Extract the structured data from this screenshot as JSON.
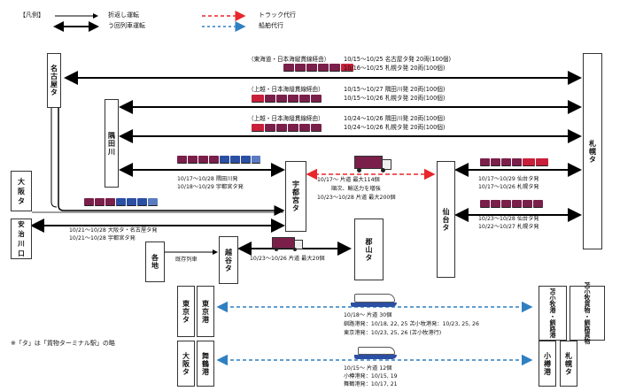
{
  "legend": {
    "title": "【凡例】",
    "item1": "折返し運転",
    "item2": "う回列車運転",
    "item3": "トラック代行",
    "item4": "船舶代行"
  },
  "stations": {
    "nagoya": "名古屋タ",
    "osaka": "大阪タ",
    "ajikawa": "安治川口",
    "sumidagawa": "隅田川",
    "utsunomiya": "宇都宮タ",
    "kakuchi": "各地",
    "koshigaya": "越谷タ",
    "koriyama": "郡山タ",
    "sendai": "仙台タ",
    "sapporo": "札幌タ",
    "tokyo": "東京タ",
    "tokyo_port": "東京港",
    "osaka_bottom": "大阪タ",
    "maizuru_port": "舞鶴港",
    "tomakomai_port": "苫小牧港・釧路港",
    "tomakomai_freight": "苫小牧貨物・釧路貨物",
    "otaru_port": "小樽港",
    "sapporo_bottom": "札幌タ"
  },
  "routes": {
    "r1_header": "（東海道・日本海縦貫線経由）",
    "r1_l1": "10/15～10/25  名古屋タ発    20両(100個)",
    "r1_l2": "10/16～10/25  札幌タ発      20両(100個)",
    "r2_header": "（上越・日本海縦貫線経由）",
    "r2_l1": "10/15～10/27  隅田川発      20両(100個)",
    "r2_l2": "10/15～10/26  札幌タ発      20両(100個)",
    "r3_header": "（上越・日本海縦貫線経由）",
    "r3_l1": "10/24～10/26  隅田川発      20両(100個)",
    "r3_l2": "10/24～10/26  札幌タ発      20両(100個)"
  },
  "sumida_utsu": {
    "l1": "10/17～10/28  隅田川発",
    "l2": "10/18～10/29  宇都宮タ発"
  },
  "truck_utsu_sendai": {
    "l1": "10/17～  片道  最大114個",
    "l2": "順次、輸送力を増強",
    "l3": "10/23～10/28  片道  最大200個"
  },
  "sendai_sapporo": {
    "l1": "10/17～10/29  仙台タ発",
    "l2": "10/17～10/26  札幌タ発",
    "l3": "10/23～10/28  仙台タ発",
    "l4": "10/22～10/27  札幌タ発"
  },
  "osaka_utsu": {
    "l1": "10/21～10/28  大阪タ・名古屋タ発",
    "l2": "10/21～10/28  宇都宮タ発"
  },
  "koshigaya": {
    "existing": "既存列車",
    "l1": "10/23～10/26  片道  最大20個"
  },
  "ship_tokyo": {
    "l1": "10/18～  片道  30個",
    "l2": "釧路港発：10/18, 22, 25  苫小牧港発：10/23, 25, 26",
    "l3": "東京港発：10/23, 25, 26  (苫小牧港行)"
  },
  "ship_maizuru": {
    "l1": "10/15～  片道  12個",
    "l2": "小樽港発：10/15, 19",
    "l3": "舞鶴港発：10/17, 21"
  },
  "footnote": "※「タ」は「貨物ターミナル駅」の略",
  "colors": {
    "truck_red": "#e8262b",
    "ship_blue": "#2f7fc1",
    "line_black": "#000000",
    "freight_maroon": "#7a1f4a",
    "loco_blue": "#2b4fa3",
    "loco_red": "#c8203a"
  }
}
